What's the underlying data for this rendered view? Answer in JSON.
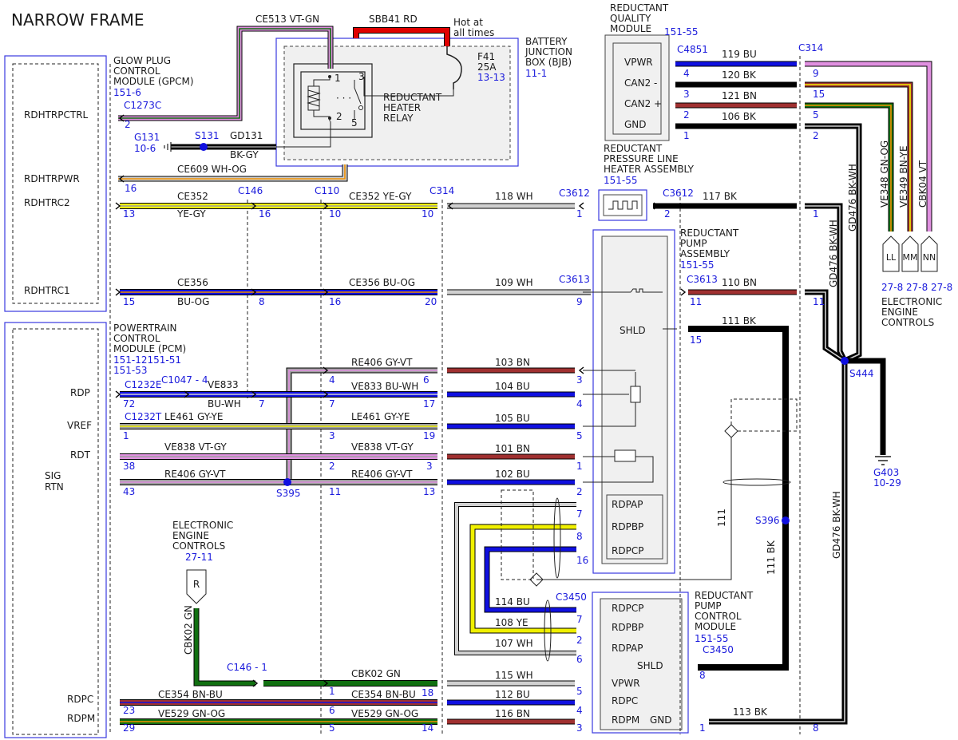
{
  "title": "NARROW FRAME",
  "colors": {
    "blue": "#1010e0",
    "black": "#000000",
    "brown": "#a03030",
    "white": "#d0d0d0",
    "yellow": "#f0f000",
    "green": "#107010",
    "violet": "#e090e0",
    "gray": "#a0a0a0",
    "red": "#e00000",
    "orange": "#f09000",
    "pin_text": "#1a1adc"
  },
  "modules": {
    "gpcm": {
      "name": "GLOW PLUG\nCONTROL\nMODULE (GPCM)",
      "ref": "151-6",
      "connector": "C1273C"
    },
    "pcm": {
      "name": "POWERTRAIN\nCONTROL\nMODULE (PCM)",
      "ref1": "151-12151-51",
      "ref2": "151-53"
    },
    "bjb": {
      "name": "BATTERY\nJUNCTION\nBOX (BJB)",
      "ref": "11-1"
    },
    "relay": {
      "name": "REDUCTANT\nHEATER\nRELAY"
    },
    "fuse": {
      "hot": "Hot at\nall times",
      "id": "F41",
      "amps": "25A",
      "ref": "13-13"
    },
    "rqm": {
      "name": "REDUCTANT\nQUALITY\nMODULE",
      "ref": "151-55",
      "connector": "C4851"
    },
    "rplha": {
      "name": "REDUCTANT\nPRESSURE LINE\nHEATER ASSEMBLY",
      "ref": "151-55"
    },
    "rpa": {
      "name": "REDUCTANT\nPUMP\nASSEMBLY",
      "ref": "151-55"
    },
    "rpcm": {
      "name": "REDUCTANT\nPUMP\nCONTROL\nMODULE",
      "ref": "151-55"
    },
    "eec1": {
      "name": "ELECTRONIC\nENGINE\nCONTROLS",
      "refs": [
        "27-8",
        "27-8",
        "27-8"
      ]
    },
    "eec2": {
      "name": "ELECTRONIC\nENGINE\nCONTROLS",
      "ref": "27-11"
    }
  },
  "pin_labels": {
    "gpcm": [
      "RDHTRPCTRL",
      "RDHTRPWR",
      "RDHTRC2",
      "RDHTRC1"
    ],
    "pcm": [
      "RDP",
      "VREF",
      "RDT",
      "SIG",
      "RTN",
      "RDPC",
      "RDPM"
    ],
    "rqm": [
      "VPWR",
      "CAN2 -",
      "CAN2 +",
      "GND"
    ],
    "rpa": [
      "SHLD",
      "RDPAP",
      "RDPBP",
      "RDPCP"
    ],
    "rpcm": [
      "RDPCP",
      "RDPBP",
      "RDPAP",
      "SHLD",
      "VPWR",
      "RDPC",
      "RDPM",
      "GND"
    ]
  },
  "connectors": [
    "C1273C",
    "C146",
    "C110",
    "C314",
    "C3612",
    "C3613",
    "C1232E",
    "C1047",
    "C1232T",
    "C3450",
    "C146 - 1",
    "C4851"
  ],
  "splices": [
    "S131",
    "S395",
    "S396",
    "S444"
  ],
  "grounds": [
    {
      "id": "G131",
      "ref": "10-6"
    },
    {
      "id": "G403",
      "ref": "10-29"
    }
  ],
  "circuits": [
    {
      "id": "CE513",
      "color": "VT-GN"
    },
    {
      "id": "SBB41",
      "color": "RD"
    },
    {
      "id": "GD131",
      "color": "BK-GY"
    },
    {
      "id": "CE609",
      "color": "WH-OG"
    },
    {
      "id": "CE352",
      "color": "YE-GY"
    },
    {
      "id": "CE356",
      "color": "BU-OG"
    },
    {
      "id": "RE406",
      "color": "GY-VT"
    },
    {
      "id": "VE833",
      "color": "BU-WH"
    },
    {
      "id": "LE461",
      "color": "GY-YE"
    },
    {
      "id": "VE838",
      "color": "VT-GY"
    },
    {
      "id": "CBK02",
      "color": "GN"
    },
    {
      "id": "CE354",
      "color": "BN-BU"
    },
    {
      "id": "VE529",
      "color": "GN-OG"
    },
    {
      "id": "VE348",
      "color": "GN-OG"
    },
    {
      "id": "VE349",
      "color": "BN-YE"
    },
    {
      "id": "CBK04",
      "color": "VT"
    },
    {
      "id": "GD476",
      "color": "BK-WH"
    },
    {
      "id": "118",
      "color": "WH"
    },
    {
      "id": "117",
      "color": "BK"
    },
    {
      "id": "109",
      "color": "WH"
    },
    {
      "id": "110",
      "color": "BN"
    },
    {
      "id": "111",
      "color": "BK"
    },
    {
      "id": "119",
      "color": "BU"
    },
    {
      "id": "120",
      "color": "BK"
    },
    {
      "id": "121",
      "color": "BN"
    },
    {
      "id": "106",
      "color": "BK"
    },
    {
      "id": "103",
      "color": "BN"
    },
    {
      "id": "104",
      "color": "BU"
    },
    {
      "id": "105",
      "color": "BU"
    },
    {
      "id": "101",
      "color": "BN"
    },
    {
      "id": "102",
      "color": "BU"
    },
    {
      "id": "114",
      "color": "BU"
    },
    {
      "id": "108",
      "color": "YE"
    },
    {
      "id": "107",
      "color": "WH"
    },
    {
      "id": "115",
      "color": "WH"
    },
    {
      "id": "112",
      "color": "BU"
    },
    {
      "id": "116",
      "color": "BN"
    },
    {
      "id": "113",
      "color": "BK"
    }
  ],
  "eec_pins": [
    "LL",
    "MM",
    "NN"
  ],
  "eec2_pin": "R"
}
